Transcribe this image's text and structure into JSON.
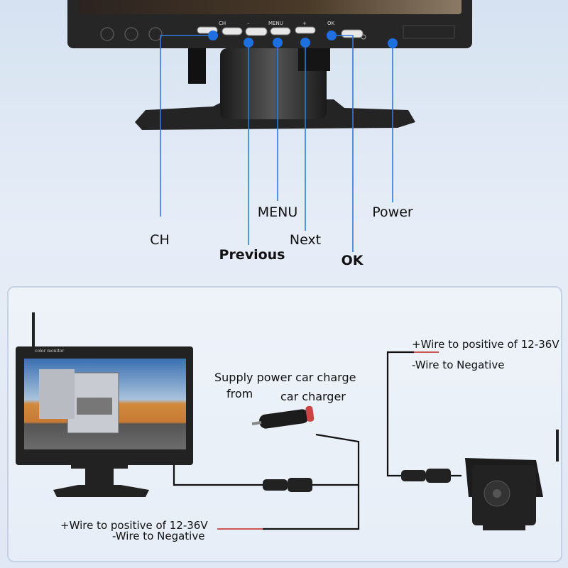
{
  "top_monitor": {
    "button_legends": [
      "CH",
      "–",
      "MENU",
      "+",
      "OK"
    ],
    "callouts": {
      "ch": "CH",
      "previous": "Previous",
      "menu": "MENU",
      "next": "Next",
      "ok": "OK",
      "power": "Power"
    },
    "accent_color": "#1e6fe0"
  },
  "wiring_diagram": {
    "monitor_brand_text": "color monitor",
    "supply_label_line1": "Supply power car charge",
    "supply_label_from": "from",
    "supply_label_charger": "car charger",
    "monitor_wire_positive": "+Wire to positive of 12-36V",
    "monitor_wire_negative": "-Wire to Negative",
    "camera_wire_positive": "+Wire to positive of 12-36V",
    "camera_wire_negative": "-Wire to Negative"
  }
}
